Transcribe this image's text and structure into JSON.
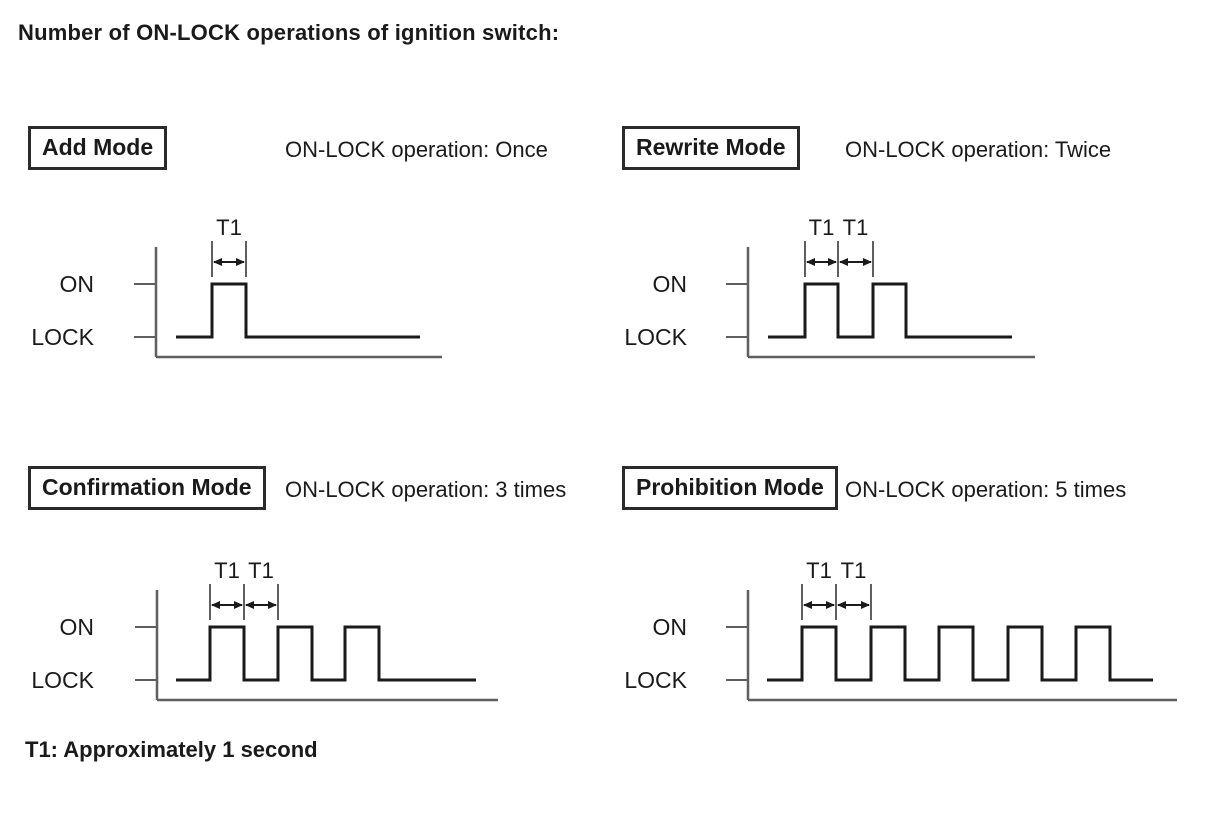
{
  "title": "Number of ON-LOCK operations of ignition switch:",
  "footnote": "T1: Approximately 1 second",
  "axis": {
    "on_label": "ON",
    "lock_label": "LOCK"
  },
  "t1_label": "T1",
  "colors": {
    "background": "#ffffff",
    "waveform": "#1a1a1a",
    "axis": "#5f5f5f",
    "text": "#1a1a1a",
    "box_border": "#2b2b2b"
  },
  "panels": [
    {
      "mode_label": "Add Mode",
      "operation_text": "ON-LOCK operation: Once",
      "pulse_count": 1,
      "t1_annotation_count": 1,
      "levels": [
        "ON",
        "LOCK"
      ]
    },
    {
      "mode_label": "Rewrite Mode",
      "operation_text": "ON-LOCK operation: Twice",
      "pulse_count": 2,
      "t1_annotation_count": 2,
      "levels": [
        "ON",
        "LOCK"
      ]
    },
    {
      "mode_label": "Confirmation Mode",
      "operation_text": "ON-LOCK operation: 3 times",
      "pulse_count": 3,
      "t1_annotation_count": 2,
      "levels": [
        "ON",
        "LOCK"
      ]
    },
    {
      "mode_label": "Prohibition Mode",
      "operation_text": "ON-LOCK operation: 5 times",
      "pulse_count": 5,
      "t1_annotation_count": 2,
      "levels": [
        "ON",
        "LOCK"
      ]
    }
  ]
}
